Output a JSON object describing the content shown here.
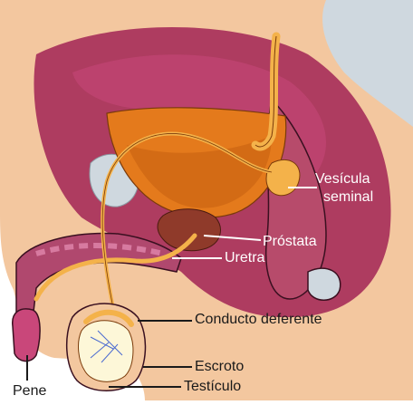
{
  "labels": {
    "vesicula": "Vesícula\nseminal",
    "vesicula_line1": "Vesícula",
    "vesicula_line2": "seminal",
    "prostata": "Próstata",
    "uretra": "Uretra",
    "conducto": "Conducto deferente",
    "escroto": "Escroto",
    "testiculo": "Testículo",
    "pene": "Pene"
  },
  "colors": {
    "skin": "#f3c79f",
    "cavity": "#a8305a",
    "cavity_light": "#c9477a",
    "bladder": "#e47a1c",
    "bone": "#cfd8df",
    "tube": "#f4b24a",
    "prostate": "#8f3a2a",
    "shaft": "#b0486e",
    "testis": "#fdf7d8"
  }
}
